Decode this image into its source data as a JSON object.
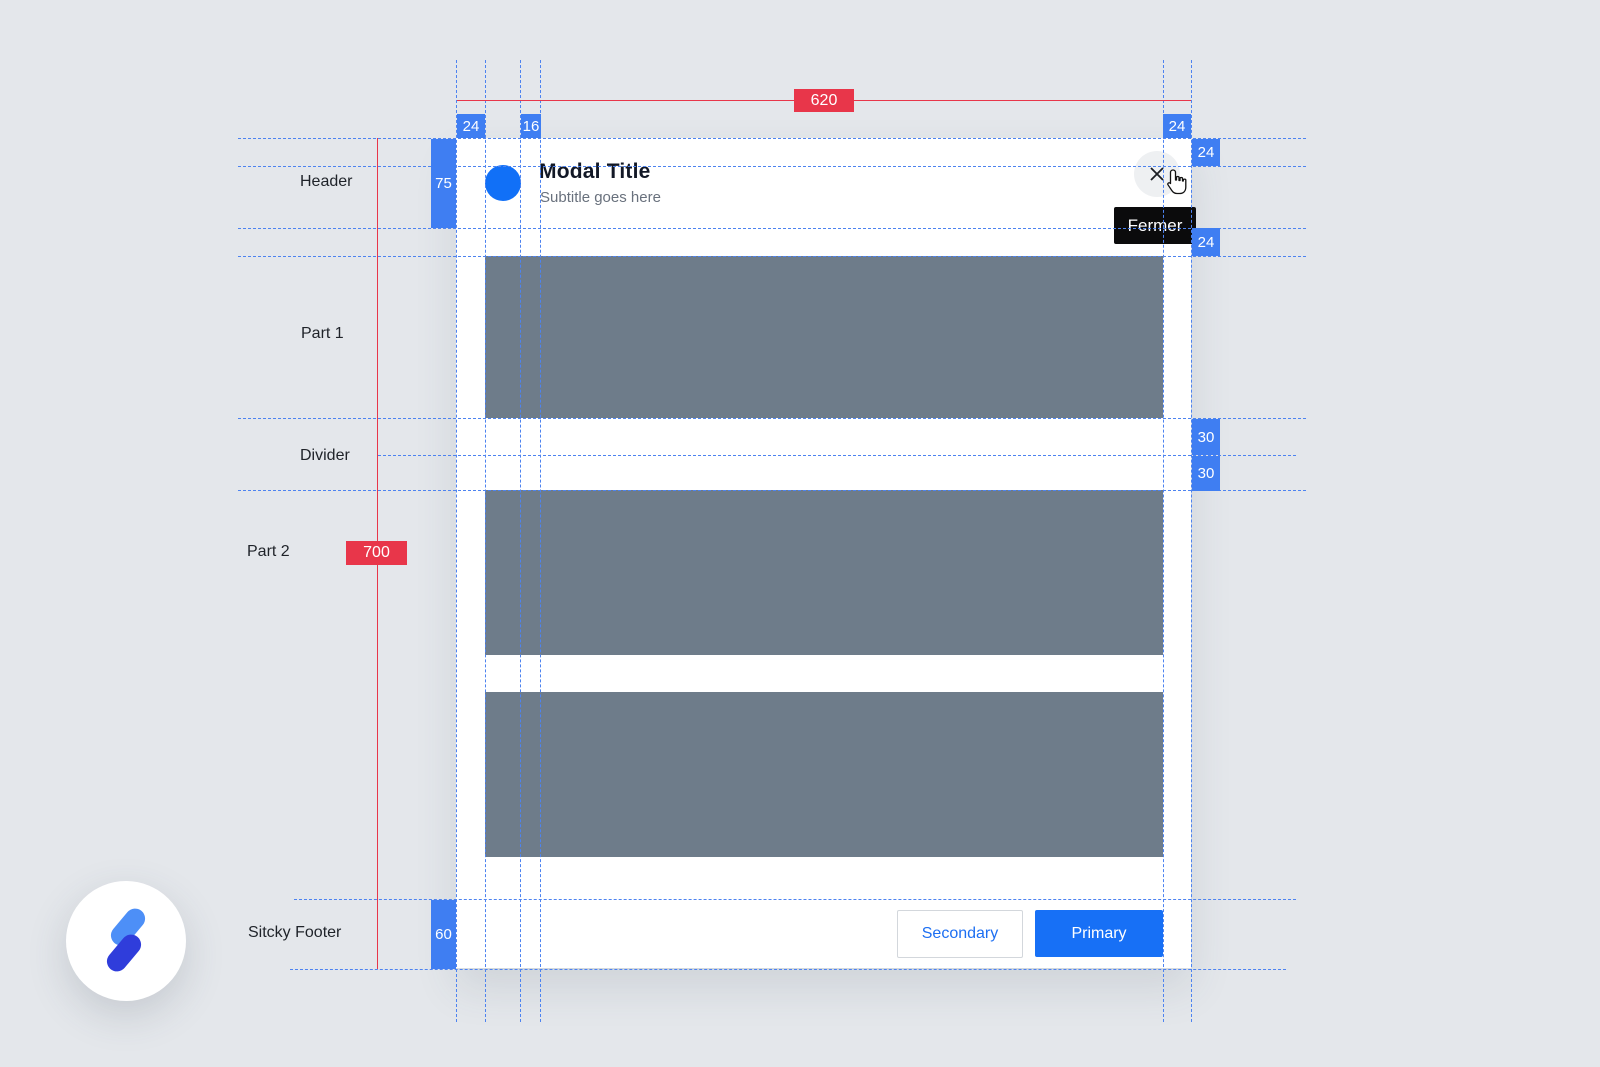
{
  "modal": {
    "title": "Modal Title",
    "subtitle": "Subtitle goes here",
    "close_tooltip": "Fermer",
    "footer": {
      "secondary_label": "Secondary",
      "primary_label": "Primary"
    }
  },
  "sections": {
    "header": "Header",
    "part1": "Part 1",
    "divider": "Divider",
    "part2": "Part 2",
    "footer": "Sitcky Footer"
  },
  "measurements": {
    "modal_width": "620",
    "total_height": "700",
    "outer_padding_left": "24",
    "avatar_gap": "16",
    "outer_padding_right": "24",
    "header_top_padding": "24",
    "header_bottom_padding": "24",
    "header_height": "75",
    "divider_top": "30",
    "divider_bottom": "30",
    "footer_height": "60"
  },
  "colors": {
    "accent": "#1770f6",
    "spec_blue": "#3f7ef2",
    "spec_red": "#e8364a",
    "placeholder": "#6e7c8a"
  },
  "icons": {
    "close": "close-icon",
    "cursor": "hand-pointer-icon",
    "brand": "brand-logo-icon"
  }
}
